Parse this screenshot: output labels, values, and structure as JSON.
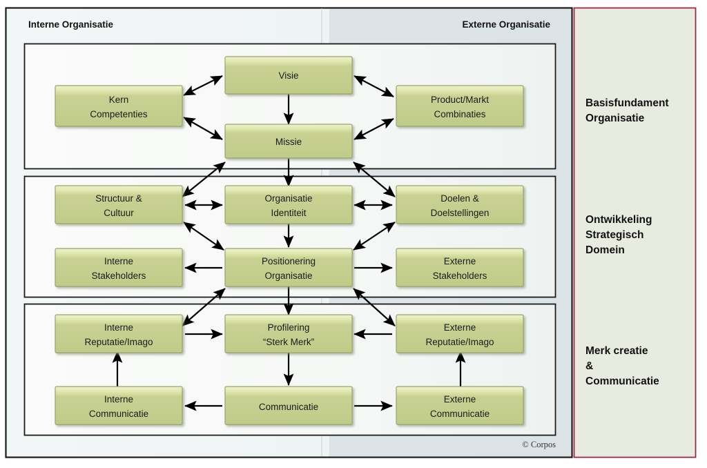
{
  "diagram": {
    "title_internal": "Interne Organisatie",
    "title_external": "Externe Organisatie",
    "copyright": "© Corpos",
    "colors": {
      "box_fill": "#c4cd8d",
      "box_highlight": "#e5eab9",
      "box_border": "#9aa46a",
      "panel_bg": "#f4f7f4",
      "header_internal_bg": "#eef3f4",
      "header_external_bg": "#dbe2e6",
      "side_panel_bg": "#e8ece0",
      "side_panel_border": "#9d2843",
      "frame_border": "#1a1a1a",
      "arrow": "#000000"
    },
    "side_labels": [
      {
        "id": "side-basisfundament",
        "lines": [
          "Basisfundament",
          "Organisatie"
        ]
      },
      {
        "id": "side-ontwikkeling",
        "lines": [
          "Ontwikkeling",
          "Strategisch",
          "Domein"
        ]
      },
      {
        "id": "side-merk",
        "lines": [
          "Merk creatie",
          "&",
          "Communicatie"
        ]
      }
    ],
    "sections": [
      {
        "id": "section-basisfundament",
        "name": "Basisfundament Organisatie",
        "nodes": [
          {
            "id": "node-visie",
            "lines": [
              "Visie"
            ]
          },
          {
            "id": "node-kern-competenties",
            "lines": [
              "Kern",
              "Competenties"
            ]
          },
          {
            "id": "node-product-markt-combinaties",
            "lines": [
              "Product/Markt",
              "Combinaties"
            ]
          },
          {
            "id": "node-missie",
            "lines": [
              "Missie"
            ]
          }
        ]
      },
      {
        "id": "section-ontwikkeling",
        "name": "Ontwikkeling Strategisch Domein",
        "nodes": [
          {
            "id": "node-structuur-cultuur",
            "lines": [
              "Structuur &",
              "Cultuur"
            ]
          },
          {
            "id": "node-organisatie-identiteit",
            "lines": [
              "Organisatie",
              "Identiteit"
            ]
          },
          {
            "id": "node-doelen-doelstellingen",
            "lines": [
              "Doelen &",
              "Doelstellingen"
            ]
          },
          {
            "id": "node-interne-stakeholders",
            "lines": [
              "Interne",
              "Stakeholders"
            ]
          },
          {
            "id": "node-positionering-organisatie",
            "lines": [
              "Positionering",
              "Organisatie"
            ]
          },
          {
            "id": "node-externe-stakeholders",
            "lines": [
              "Externe",
              "Stakeholders"
            ]
          }
        ]
      },
      {
        "id": "section-merk",
        "name": "Merk creatie & Communicatie",
        "nodes": [
          {
            "id": "node-interne-reputatie-imago",
            "lines": [
              "Interne",
              "Reputatie/Imago"
            ]
          },
          {
            "id": "node-profilering-sterk-merk",
            "lines": [
              "Profilering",
              "“Sterk Merk”"
            ]
          },
          {
            "id": "node-externe-reputatie-imago",
            "lines": [
              "Externe",
              "Reputatie/Imago"
            ]
          },
          {
            "id": "node-interne-communicatie",
            "lines": [
              "Interne",
              "Communicatie"
            ]
          },
          {
            "id": "node-communicatie",
            "lines": [
              "Communicatie"
            ]
          },
          {
            "id": "node-externe-communicatie",
            "lines": [
              "Externe",
              "Communicatie"
            ]
          }
        ]
      }
    ]
  }
}
